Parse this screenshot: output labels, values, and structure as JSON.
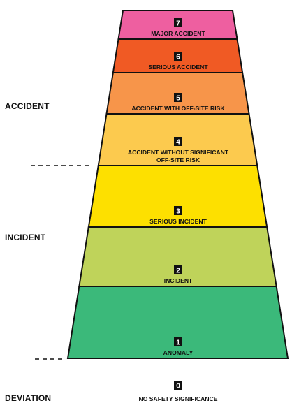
{
  "categories": {
    "accident": "ACCIDENT",
    "incident": "INCIDENT",
    "deviation": "DEVIATION"
  },
  "levels": [
    {
      "number": "7",
      "lines": [
        "MAJOR ACCIDENT"
      ],
      "color": "#ee5fa0"
    },
    {
      "number": "6",
      "lines": [
        "SERIOUS ACCIDENT"
      ],
      "color": "#f05a24"
    },
    {
      "number": "5",
      "lines": [
        "ACCIDENT WITH OFF-SITE RISK"
      ],
      "color": "#f7954a"
    },
    {
      "number": "4",
      "lines": [
        "ACCIDENT WITHOUT SIGNIFICANT",
        "OFF-SITE RISK"
      ],
      "color": "#fcca4e"
    },
    {
      "number": "3",
      "lines": [
        "SERIOUS INCIDENT"
      ],
      "color": "#fde000"
    },
    {
      "number": "2",
      "lines": [
        "INCIDENT"
      ],
      "color": "#bfd35a"
    },
    {
      "number": "1",
      "lines": [
        "ANOMALY"
      ],
      "color": "#3bb97a"
    }
  ],
  "below_scale": {
    "number": "0",
    "label": "NO SAFETY SIGNIFICANCE"
  }
}
